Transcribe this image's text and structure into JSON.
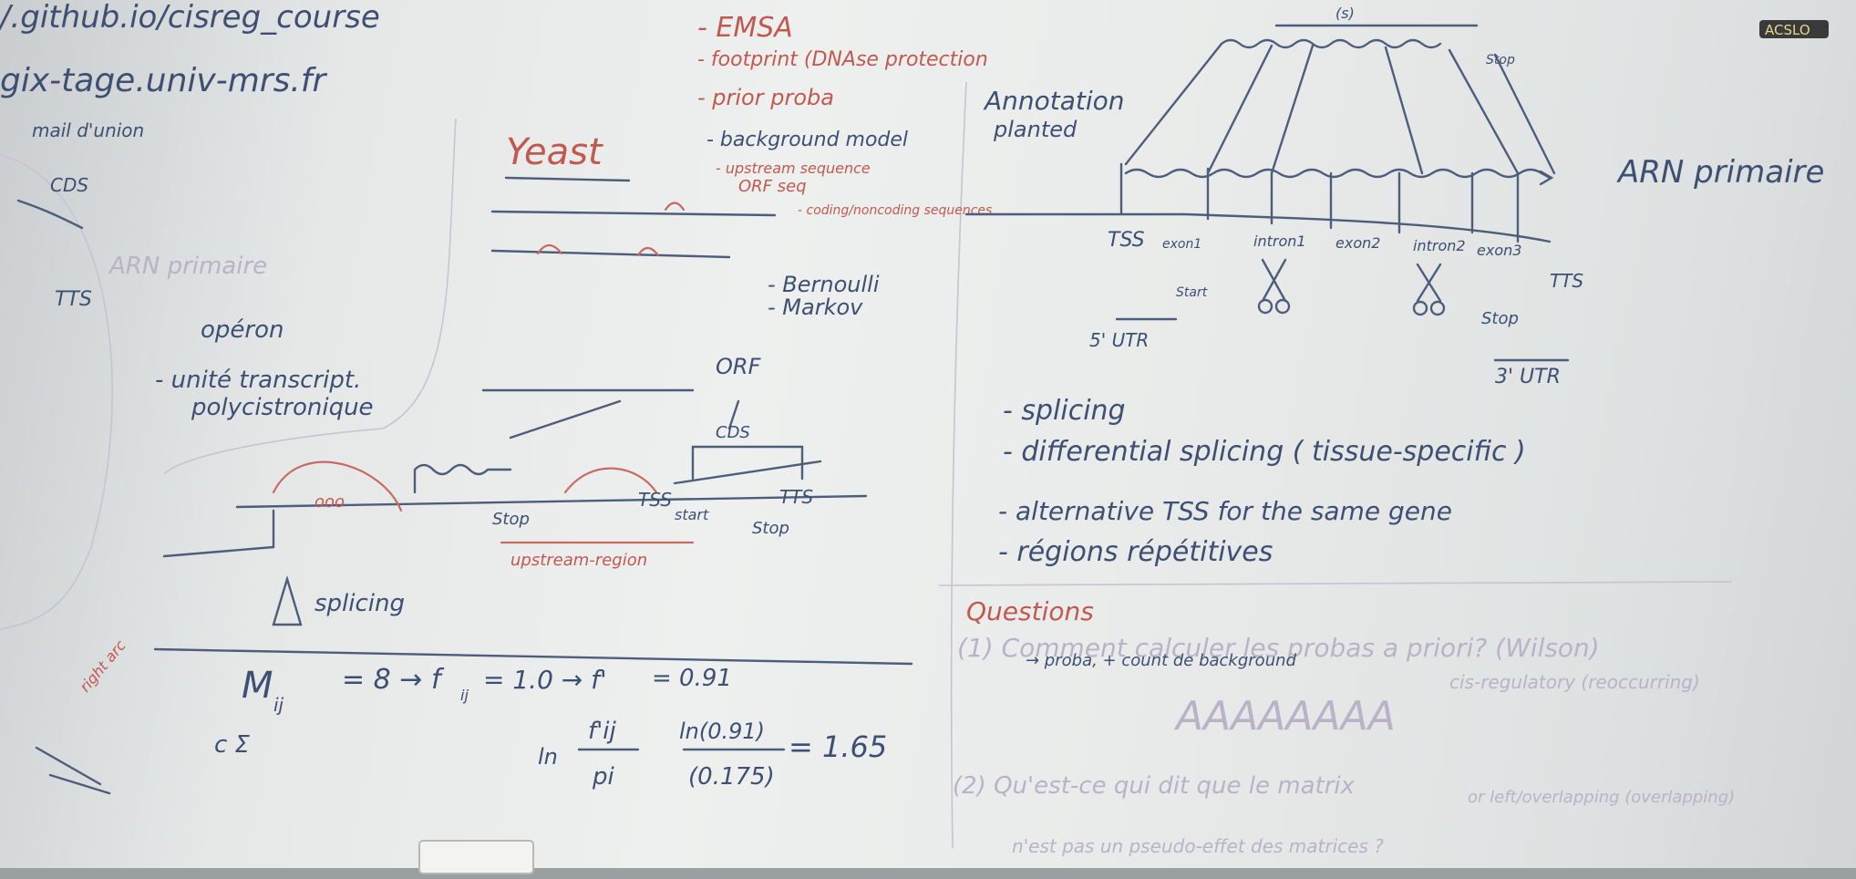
{
  "top_left": {
    "url_1": "/.github.io/cisreg_course",
    "url_2": "gix-tage.univ-mrs.fr",
    "note": "mail d'union"
  },
  "left_panel": {
    "cds": "CDS",
    "arn": "ARN primaire",
    "tts": "TTS",
    "operon": "opéron",
    "unite_transcript": "- unité transcript.",
    "polycistronique": "polycistronique"
  },
  "yeast_panel": {
    "title": "Yeast",
    "orf": "ORF",
    "cds": "CDS",
    "tss": "TSS",
    "start": "start",
    "stop_1": "Stop",
    "stop_2": "Stop",
    "tts": "TTS",
    "upstream": "upstream-region",
    "splicing": "splicing"
  },
  "method_list": {
    "emsa": "- EMSA",
    "footprint": "- footprint (DNAse protection",
    "prior": "- prior proba",
    "background": "- background model",
    "upstream_seq": "- upstream sequence",
    "orf_seq": "ORF seq",
    "coding_seq": "- coding/noncoding sequences",
    "bernoulli": "- Bernoulli",
    "markov": "- Markov"
  },
  "gene_diagram": {
    "length_label": "(s)",
    "title_1": "Annotation",
    "title_2": "planted",
    "arn": "ARN primaire",
    "tss": "TSS",
    "exon1": "exon1",
    "intron1": "intron1",
    "exon2": "exon2",
    "intron2": "intron2",
    "exon3": "exon3",
    "tts": "TTS",
    "start": "Start",
    "stop_top": "Stop",
    "stop": "Stop",
    "utr5": "5' UTR",
    "utr3": "3' UTR"
  },
  "notes_list": {
    "splicing": "- splicing",
    "differential": "- differential splicing ( tissue-specific )",
    "alternative_tss": "- alternative TSS for the same gene",
    "repetitive": "- régions répétitives"
  },
  "questions": {
    "title": "Questions",
    "q1": "(1) Comment calculer les probas a priori? (Wilson)",
    "q1_detail": "→ proba, + count de background",
    "q2": "(2) Qu'est-ce qui dit que le matrix",
    "q2_cont": "n'est pas un pseudo-effet des matrices ?",
    "faint_1": "cis-regulatory (reoccurring)",
    "faint_2": "AAAAAAAA",
    "faint_3": "or left/overlapping (overlapping)"
  },
  "formula": {
    "m": "M",
    "m_sub": "ij",
    "eq1": "= 8 → f",
    "f_sub": "ij",
    "f_val": "= 1.0 → f'",
    "f2_val": "= 0.91",
    "sum": "c Σ",
    "ln": "ln",
    "frac_num": "f'ij",
    "frac_den": "pi",
    "ratio_num": "ln(0.91)",
    "ratio_den": "(0.175)",
    "result": "= 1.65"
  },
  "corner": {
    "label": "ACSLO",
    "left_note": "right arc"
  }
}
